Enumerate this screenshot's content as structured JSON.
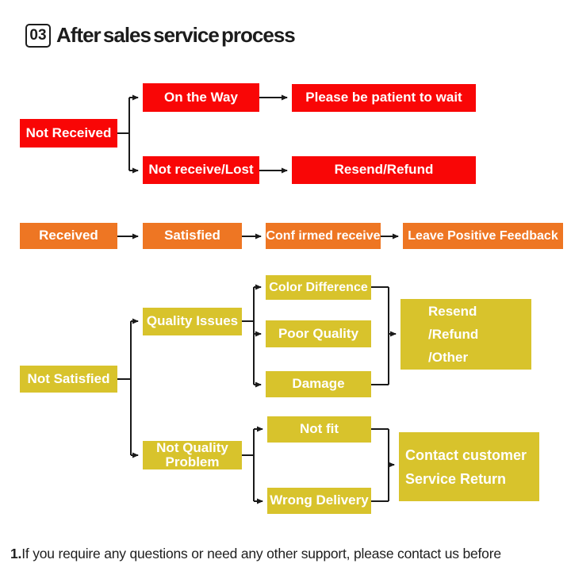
{
  "title": {
    "number": "03",
    "text": "After sales service process"
  },
  "colors": {
    "red": "#f90606",
    "orange": "#ee7623",
    "yellow": "#d8c32c",
    "line": "#1a1a1a",
    "box_text": "#ffffff"
  },
  "flowchart": {
    "not_received": {
      "label": "Not Received"
    },
    "on_the_way": {
      "label": "On the Way"
    },
    "please_wait": {
      "label": "Please be patient to wait"
    },
    "not_receive_lost": {
      "label": "Not receive/Lost"
    },
    "resend_refund": {
      "label": "Resend/Refund"
    },
    "received": {
      "label": "Received"
    },
    "satisfied": {
      "label": "Satisfied"
    },
    "confirmed_receive": {
      "label": "Conf irmed receive"
    },
    "leave_feedback": {
      "label": "Leave Positive Feedback"
    },
    "not_satisfied": {
      "label": "Not Satisfied"
    },
    "quality_issues": {
      "label": "Quality Issues"
    },
    "color_difference": {
      "label": "Color Difference"
    },
    "poor_quality": {
      "label": "Poor Quality"
    },
    "damage": {
      "label": "Damage"
    },
    "resend_refund_other": {
      "lines": [
        "Resend",
        "/Refund",
        "/Other"
      ]
    },
    "not_quality_problem": {
      "lines": [
        "Not Quality",
        "Problem"
      ]
    },
    "not_fit": {
      "label": "Not fit"
    },
    "wrong_delivery": {
      "label": "Wrong Delivery"
    },
    "contact_customer": {
      "lines": [
        "Contact customer",
        "Service Return"
      ]
    }
  },
  "footer": {
    "number": "1.",
    "text": "If you require any questions or need any other support, please contact us before"
  }
}
